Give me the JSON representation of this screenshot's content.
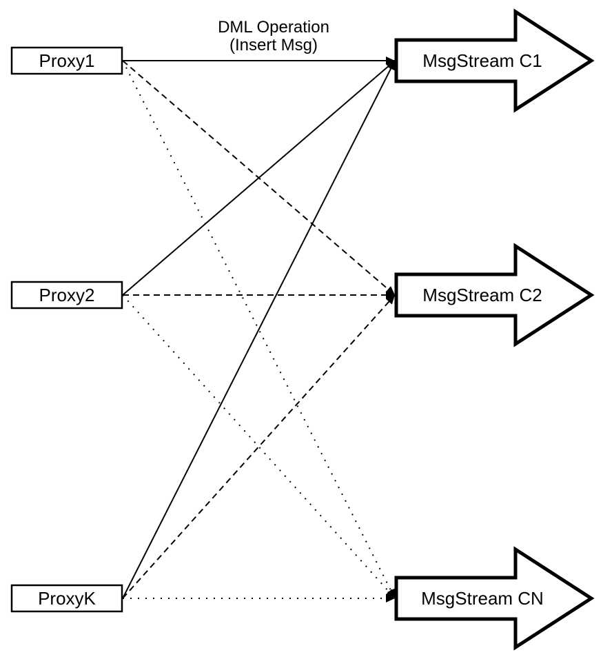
{
  "diagram": {
    "annotation": {
      "line1": "DML Operation",
      "line2": "(Insert Msg)"
    },
    "proxies": [
      {
        "id": "proxy1",
        "label": "Proxy1"
      },
      {
        "id": "proxy2",
        "label": "Proxy2"
      },
      {
        "id": "proxyK",
        "label": "ProxyK"
      }
    ],
    "streams": [
      {
        "id": "c1",
        "label": "MsgStream C1"
      },
      {
        "id": "c2",
        "label": "MsgStream C2"
      },
      {
        "id": "cn",
        "label": "MsgStream CN"
      }
    ],
    "connectors": [
      {
        "from": "proxy1",
        "to": "c1",
        "style": "solid"
      },
      {
        "from": "proxy1",
        "to": "c2",
        "style": "dashed"
      },
      {
        "from": "proxy1",
        "to": "cn",
        "style": "dotted"
      },
      {
        "from": "proxy2",
        "to": "c1",
        "style": "solid"
      },
      {
        "from": "proxy2",
        "to": "c2",
        "style": "dashed"
      },
      {
        "from": "proxy2",
        "to": "cn",
        "style": "dotted"
      },
      {
        "from": "proxyK",
        "to": "c1",
        "style": "solid"
      },
      {
        "from": "proxyK",
        "to": "c2",
        "style": "dashed"
      },
      {
        "from": "proxyK",
        "to": "cn",
        "style": "dotted"
      }
    ],
    "colors": {
      "stroke": "#000000",
      "fill": "#ffffff",
      "background": "#ffffff"
    }
  }
}
